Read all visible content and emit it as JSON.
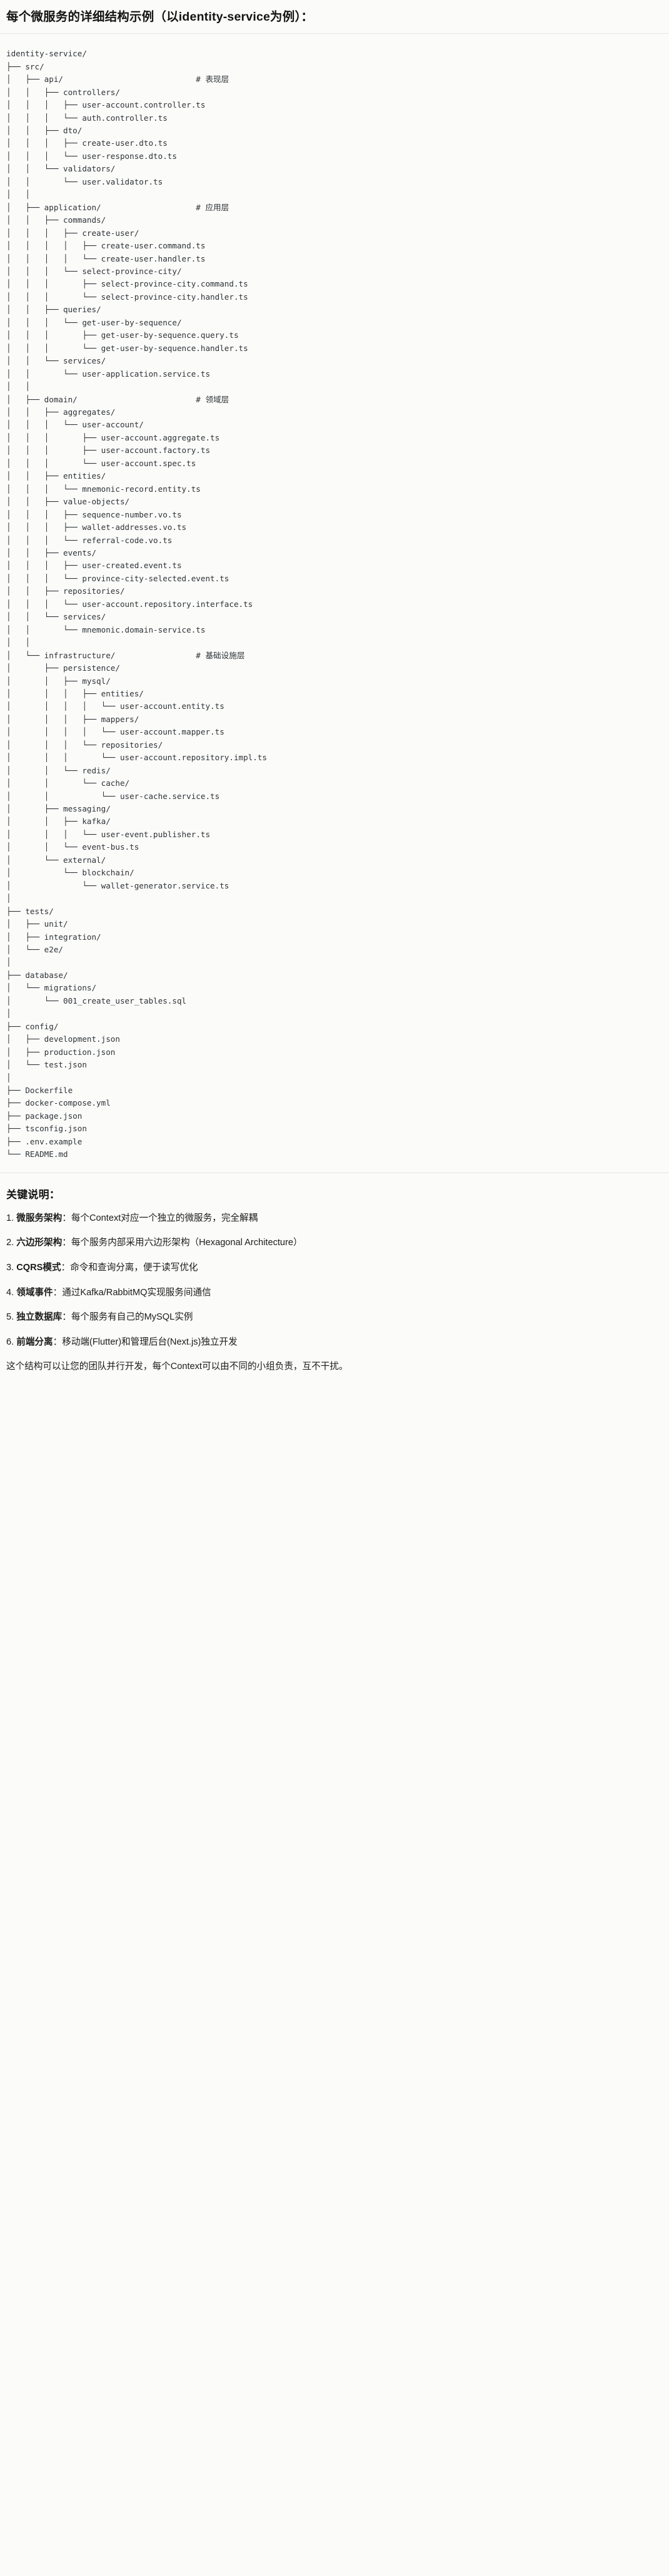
{
  "title": "每个微服务的详细结构示例（以identity-service为例）：",
  "tree": {
    "root": "identity-service/",
    "comment_prefix": "#",
    "comments": {
      "api": "# 表现层",
      "application": "# 应用层",
      "domain": "# 领域层",
      "infrastructure": "# 基础设施层"
    },
    "lines": [
      "identity-service/",
      "├── src/",
      "│   ├── api/                            # 表现层",
      "│   │   ├── controllers/",
      "│   │   │   ├── user-account.controller.ts",
      "│   │   │   └── auth.controller.ts",
      "│   │   ├── dto/",
      "│   │   │   ├── create-user.dto.ts",
      "│   │   │   └── user-response.dto.ts",
      "│   │   └── validators/",
      "│   │       └── user.validator.ts",
      "│   │",
      "│   ├── application/                    # 应用层",
      "│   │   ├── commands/",
      "│   │   │   ├── create-user/",
      "│   │   │   │   ├── create-user.command.ts",
      "│   │   │   │   └── create-user.handler.ts",
      "│   │   │   └── select-province-city/",
      "│   │   │       ├── select-province-city.command.ts",
      "│   │   │       └── select-province-city.handler.ts",
      "│   │   ├── queries/",
      "│   │   │   └── get-user-by-sequence/",
      "│   │   │       ├── get-user-by-sequence.query.ts",
      "│   │   │       └── get-user-by-sequence.handler.ts",
      "│   │   └── services/",
      "│   │       └── user-application.service.ts",
      "│   │",
      "│   ├── domain/                         # 领域层",
      "│   │   ├── aggregates/",
      "│   │   │   └── user-account/",
      "│   │   │       ├── user-account.aggregate.ts",
      "│   │   │       ├── user-account.factory.ts",
      "│   │   │       └── user-account.spec.ts",
      "│   │   ├── entities/",
      "│   │   │   └── mnemonic-record.entity.ts",
      "│   │   ├── value-objects/",
      "│   │   │   ├── sequence-number.vo.ts",
      "│   │   │   ├── wallet-addresses.vo.ts",
      "│   │   │   └── referral-code.vo.ts",
      "│   │   ├── events/",
      "│   │   │   ├── user-created.event.ts",
      "│   │   │   └── province-city-selected.event.ts",
      "│   │   ├── repositories/",
      "│   │   │   └── user-account.repository.interface.ts",
      "│   │   └── services/",
      "│   │       └── mnemonic.domain-service.ts",
      "│   │",
      "│   └── infrastructure/                 # 基础设施层",
      "│       ├── persistence/",
      "│       │   ├── mysql/",
      "│       │   │   ├── entities/",
      "│       │   │   │   └── user-account.entity.ts",
      "│       │   │   ├── mappers/",
      "│       │   │   │   └── user-account.mapper.ts",
      "│       │   │   └── repositories/",
      "│       │   │       └── user-account.repository.impl.ts",
      "│       │   └── redis/",
      "│       │       └── cache/",
      "│       │           └── user-cache.service.ts",
      "│       ├── messaging/",
      "│       │   ├── kafka/",
      "│       │   │   └── user-event.publisher.ts",
      "│       │   └── event-bus.ts",
      "│       └── external/",
      "│           └── blockchain/",
      "│               └── wallet-generator.service.ts",
      "│",
      "├── tests/",
      "│   ├── unit/",
      "│   ├── integration/",
      "│   └── e2e/",
      "│",
      "├── database/",
      "│   └── migrations/",
      "│       └── 001_create_user_tables.sql",
      "│",
      "├── config/",
      "│   ├── development.json",
      "│   ├── production.json",
      "│   └── test.json",
      "│",
      "├── Dockerfile",
      "├── docker-compose.yml",
      "├── package.json",
      "├── tsconfig.json",
      "├── .env.example",
      "└── README.md"
    ]
  },
  "notes": {
    "heading": "关键说明：",
    "items": [
      {
        "num": "1.",
        "term": "微服务架构",
        "desc": "：每个Context对应一个独立的微服务，完全解耦"
      },
      {
        "num": "2.",
        "term": "六边形架构",
        "desc": "：每个服务内部采用六边形架构（Hexagonal Architecture）"
      },
      {
        "num": "3.",
        "term": "CQRS模式",
        "desc": "：命令和查询分离，便于读写优化"
      },
      {
        "num": "4.",
        "term": "领域事件",
        "desc": "：通过Kafka/RabbitMQ实现服务间通信"
      },
      {
        "num": "5.",
        "term": "独立数据库",
        "desc": "：每个服务有自己的MySQL实例"
      },
      {
        "num": "6.",
        "term": "前端分离",
        "desc": "：移动端(Flutter)和管理后台(Next.js)独立开发"
      }
    ],
    "footer": "这个结构可以让您的团队并行开发，每个Context可以由不同的小组负责，互不干扰。"
  },
  "colors": {
    "page_bg": "#fbfbf9",
    "text": "#1a1a1a",
    "code_text": "#2e3338",
    "divider": "#e6e6e2"
  }
}
